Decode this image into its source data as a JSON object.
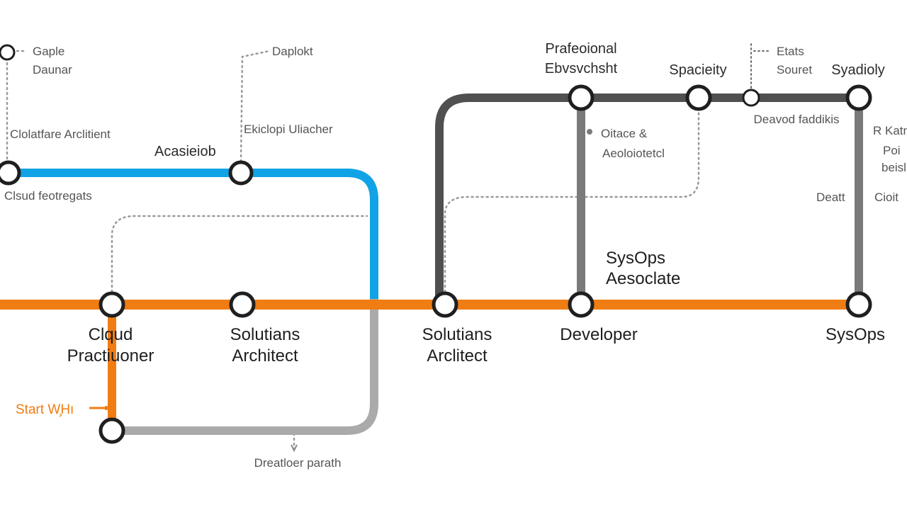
{
  "colors": {
    "blue": "#12a3e6",
    "orange": "#f07d13",
    "gray_light": "#aaaaaa",
    "gray_dark": "#505050",
    "gray_mid": "#7a7a7a",
    "station_stroke": "#1f1f1f"
  },
  "labels": {
    "cloud_practitioner": [
      "Clqud",
      "Practiuoner"
    ],
    "solutions_architect_1": [
      "Solutians",
      "Architect"
    ],
    "solutions_architect_2": [
      "Solutians",
      "Arclitect"
    ],
    "developer": "Developer",
    "sysops": "SysOps",
    "sysops_associate": [
      "SysOps",
      "Aesoclate"
    ],
    "start_here": "Start W̧Hı",
    "professional": [
      "Prafeoional",
      "Ebvsvchsht"
    ],
    "specialty_1": "Spacieity",
    "specialty_2": "Syadioly",
    "etats_souret": [
      "Etats",
      "Souret"
    ],
    "deaved_raddities": "Deavod faddikis",
    "oitace": [
      "Oitace &",
      "Aeoloiotetcl"
    ],
    "right_side": [
      "R Katn",
      "Poi",
      "beisl"
    ],
    "deatt": "Deatt",
    "cioit": "Cioit",
    "gaple_daunar": [
      "Gaple",
      "Daunar"
    ],
    "cloutfare_architect": "Clolatfare Arclitient",
    "acasieiob": "Acasieiob",
    "daploekt": "Daplokt",
    "ekclopi_lliacher": "Ekiclopi Uliacher",
    "cloud_feotregats": "Clsud feotregats",
    "dreathor_parath": "Dreatloer parath"
  }
}
